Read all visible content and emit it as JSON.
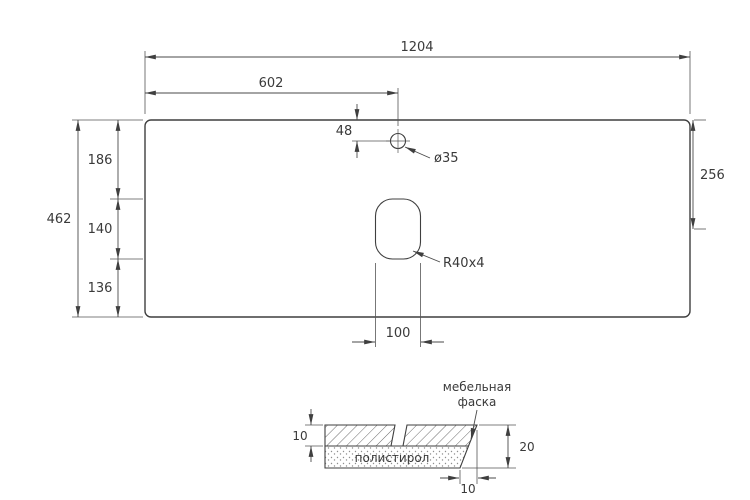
{
  "plan": {
    "dim_width": "1204",
    "dim_half": "602",
    "dim_hole_offset": "48",
    "hole_diameter": "ø35",
    "dim_seg_top": "186",
    "dim_overall_height": "462",
    "dim_sink_height": "140",
    "dim_seg_bottom": "136",
    "dim_right": "256",
    "sink_radius": "R40x4",
    "dim_sink_width": "100"
  },
  "section": {
    "chamfer_line1": "мебельная",
    "chamfer_line2": "фаска",
    "dim_top_layer": "10",
    "dim_total": "20",
    "dim_chamfer": "10",
    "material": "полистирол"
  },
  "colors": {
    "line": "#3f3f3f",
    "dim": "#4a4a4a",
    "background": "#ffffff"
  }
}
